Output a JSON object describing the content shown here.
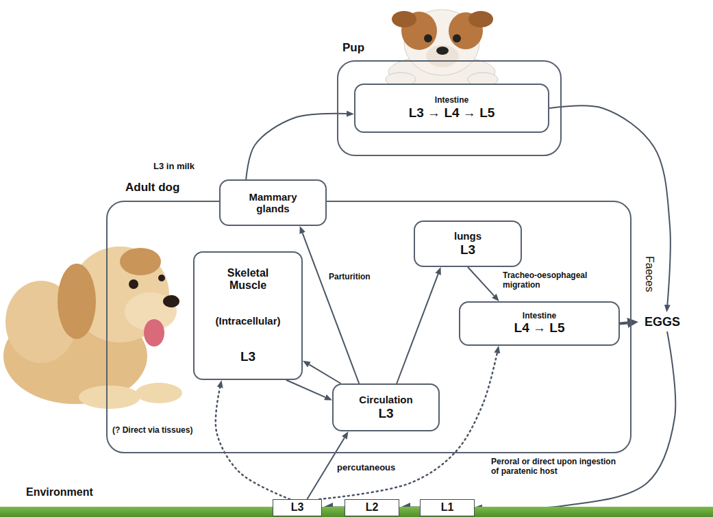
{
  "diagram": {
    "nodes": [
      {
        "text": [
          "Pup"
        ]
      },
      {
        "text": [
          "Intestine",
          "L3 → L4 → L5"
        ],
        "in": 0
      },
      {
        "text": [
          "Adult dog"
        ]
      },
      {
        "text": [
          "Mammary glands"
        ],
        "in": 2
      },
      {
        "text": [
          "Skeletal Muscle",
          "(Intracellular)",
          "L3"
        ],
        "in": 2
      },
      {
        "text": [
          "lungs",
          "L3"
        ],
        "in": 2
      },
      {
        "text": [
          "Intestine",
          "L4 → L5"
        ],
        "in": 2
      },
      {
        "text": [
          "Circulation",
          "L3"
        ],
        "in": 2
      },
      {
        "text": [
          "EGGS"
        ]
      },
      {
        "text": [
          "Environment"
        ]
      },
      {
        "text": [
          "L3"
        ],
        "in": 9
      },
      {
        "text": [
          "L2"
        ],
        "in": 9
      },
      {
        "text": [
          "L1"
        ],
        "in": 9
      }
    ],
    "edges": [
      {
        "from": 3,
        "to": 1,
        "label": "L3 in milk",
        "arrow": "to"
      },
      {
        "from": 1,
        "to": 8,
        "label": "Faeces",
        "arrow": "to"
      },
      {
        "from": 4,
        "to": 7,
        "arrow": "to"
      },
      {
        "from": 7,
        "to": 4,
        "arrow": "to"
      },
      {
        "from": 7,
        "to": 3,
        "label": "Parturition",
        "arrow": "to"
      },
      {
        "from": 7,
        "to": 5,
        "arrow": "to"
      },
      {
        "from": 5,
        "to": 6,
        "label": "Tracheo-oesophageal migration",
        "arrow": "to"
      },
      {
        "from": 6,
        "to": 8,
        "arrow": "to"
      },
      {
        "from": 8,
        "to": 12,
        "arrow": "to"
      },
      {
        "from": 12,
        "to": 11,
        "arrow": "to"
      },
      {
        "from": 11,
        "to": 10,
        "arrow": "to"
      },
      {
        "from": 10,
        "to": 7,
        "label": "percutaneous",
        "arrow": "to"
      },
      {
        "from": 10,
        "to": 4,
        "label": "(? Direct via tissues)",
        "arrow": "to"
      },
      {
        "from": 10,
        "to": 6,
        "label": "Peroral or direct upon ingestion of paratenic host",
        "arrow": "to"
      }
    ]
  }
}
